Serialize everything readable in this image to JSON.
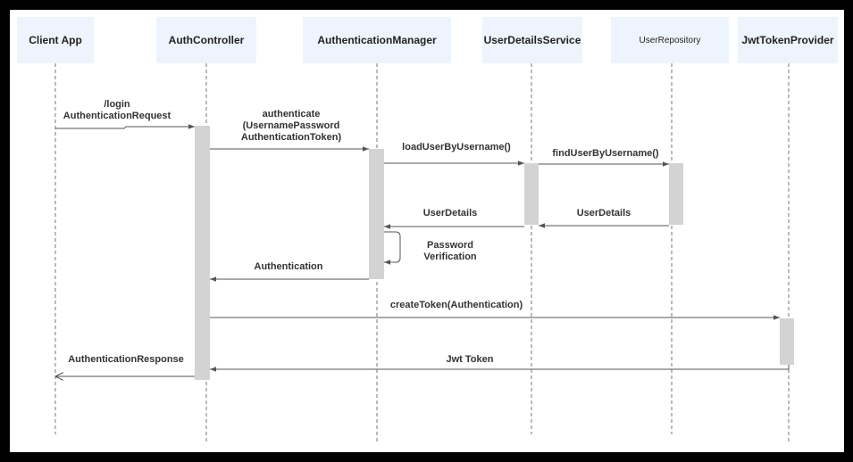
{
  "participants": [
    {
      "label": "Client App"
    },
    {
      "label": "AuthController"
    },
    {
      "label": "AuthenticationManager"
    },
    {
      "label": "UserDetailsService"
    },
    {
      "label": "UserRepository"
    },
    {
      "label": "JwtTokenProvider"
    }
  ],
  "messages": [
    {
      "line1": "/login",
      "line2": "AuthenticationRequest"
    },
    {
      "line1": "authenticate",
      "line2": "(UsernamePassword",
      "line3": "AuthenticationToken)"
    },
    {
      "text": "loadUserByUsername()"
    },
    {
      "text": "findUserByUsername()"
    },
    {
      "text": "UserDetails"
    },
    {
      "text": "UserDetails"
    },
    {
      "line1": "Password",
      "line2": "Verification"
    },
    {
      "text": "Authentication"
    },
    {
      "text": "createToken(Authentication)"
    },
    {
      "text": "Jwt Token"
    },
    {
      "text": "AuthenticationResponse"
    }
  ],
  "colors": {
    "participant_bg": "#eef4fd",
    "activation": "#d3d3d3",
    "line": "#555555",
    "frame": "#000000"
  }
}
